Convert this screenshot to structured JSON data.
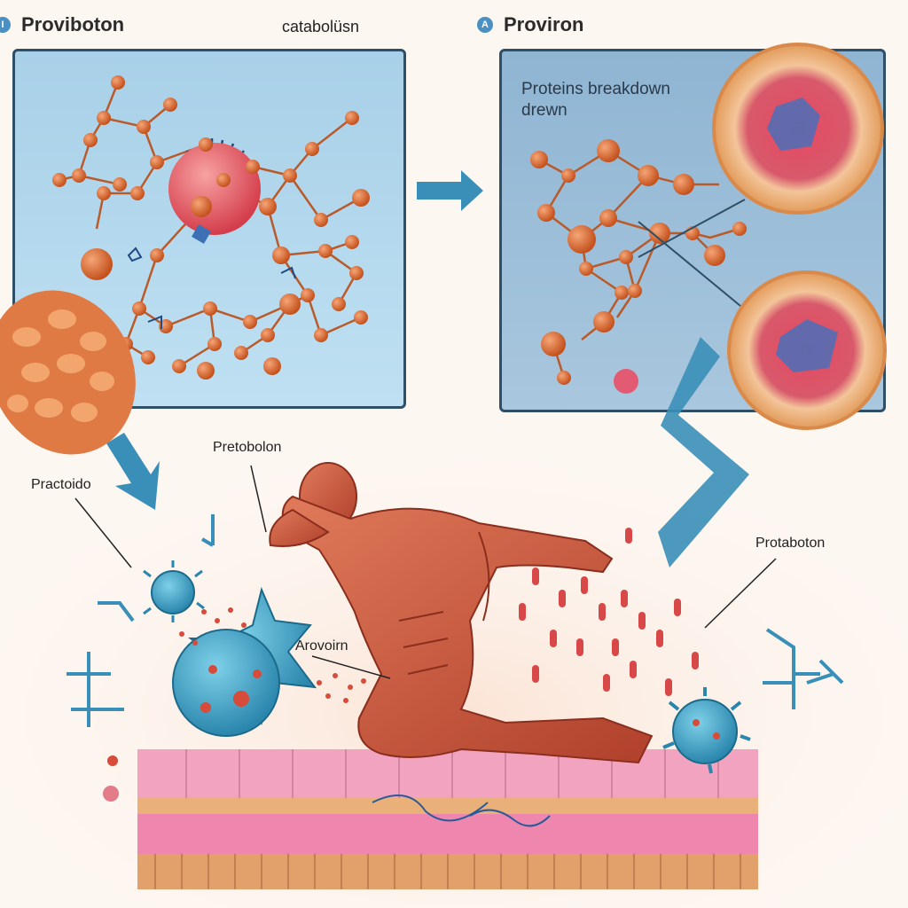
{
  "header": {
    "left_badge": "I",
    "left_title": "Proviboton",
    "center_title": "catabolüsn",
    "right_badge": "A",
    "right_title": "Proviron"
  },
  "panel_right": {
    "caption_line1": "Proteins breakdown",
    "caption_line2": "drewn"
  },
  "scene": {
    "label_left": "Practoido",
    "label_top": "Pretobolon",
    "label_right": "Protaboton",
    "label_center": "Arovoirn"
  },
  "colors": {
    "atom": "#e2743a",
    "bond": "#b85a2a",
    "arrow": "#3a8fb8",
    "muscle": "#c8553a",
    "cell": "#3fa7c9",
    "tissue_pink": "#f3a7c4",
    "tissue_tan": "#e9b07a",
    "capsule": "#d94848"
  }
}
